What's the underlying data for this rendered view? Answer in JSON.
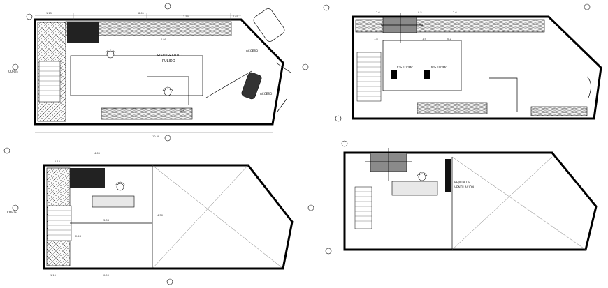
{
  "labels": {
    "floor_finish": "PISO GRANITO",
    "floor_finish_2": "PULIDO",
    "access_1": "ACCESO",
    "access_2": "ACCESO",
    "duct_1": "DOS 10\"X6\"",
    "duct_2": "DOS 10\"X6\"",
    "vent_1": "REJILLA DE",
    "vent_2": "VENTILACION",
    "section_cut": "CORTE",
    "section_cut_b": "CORTE"
  },
  "dims": {
    "p1_top_a": "1.15",
    "p1_top_b": "8.61",
    "p1_top_c": "3.50",
    "p1_top_d": "0.60",
    "p1_bottom": "10.28",
    "p1_mid": "0.95",
    "p1_small": "0.8",
    "p2_top_a": "2.6",
    "p2_top_b": "0.5",
    "p2_top_c": "2.6",
    "p2_mid_a": "1.8",
    "p2_mid_b": "1.5",
    "p2_mid_c": "0.2",
    "p3_top_a": "1.15",
    "p3_top_b": "4.65",
    "p3_mid": "3.33",
    "p3_left": "2.46",
    "p3_side": "4.30",
    "p3_bottom_a": "1.15",
    "p3_bottom_b": "0.50"
  }
}
